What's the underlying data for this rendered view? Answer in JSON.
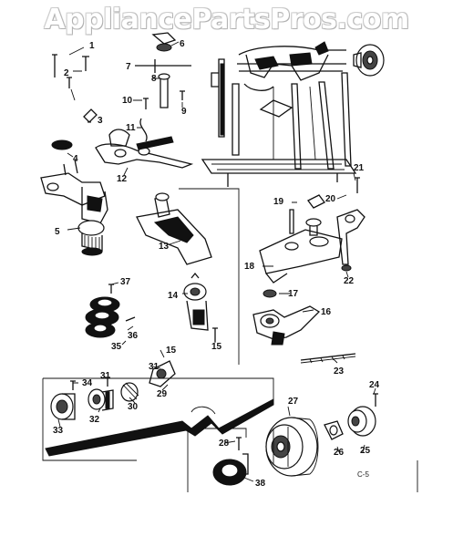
{
  "watermark": "AppliancePartsPros.com",
  "drawing_code": "C-5",
  "part_labels": {
    "p1": "1",
    "p2": "2",
    "p3": "3",
    "p4": "4",
    "p5": "5",
    "p6": "6",
    "p7": "7",
    "p8": "8",
    "p9": "9",
    "p10": "10",
    "p11": "11",
    "p12": "12",
    "p13": "13",
    "p14": "14",
    "p15a": "15",
    "p15b": "15",
    "p16": "16",
    "p17": "17",
    "p18": "18",
    "p19": "19",
    "p20": "20",
    "p21": "21",
    "p22": "22",
    "p23": "23",
    "p24": "24",
    "p25": "25",
    "p26": "26",
    "p27": "27",
    "p28": "28",
    "p29": "29",
    "p30": "30",
    "p31a": "31",
    "p31b": "31",
    "p32": "32",
    "p33": "33",
    "p34": "34",
    "p35": "35",
    "p36": "36",
    "p37": "37",
    "p38": "38"
  }
}
